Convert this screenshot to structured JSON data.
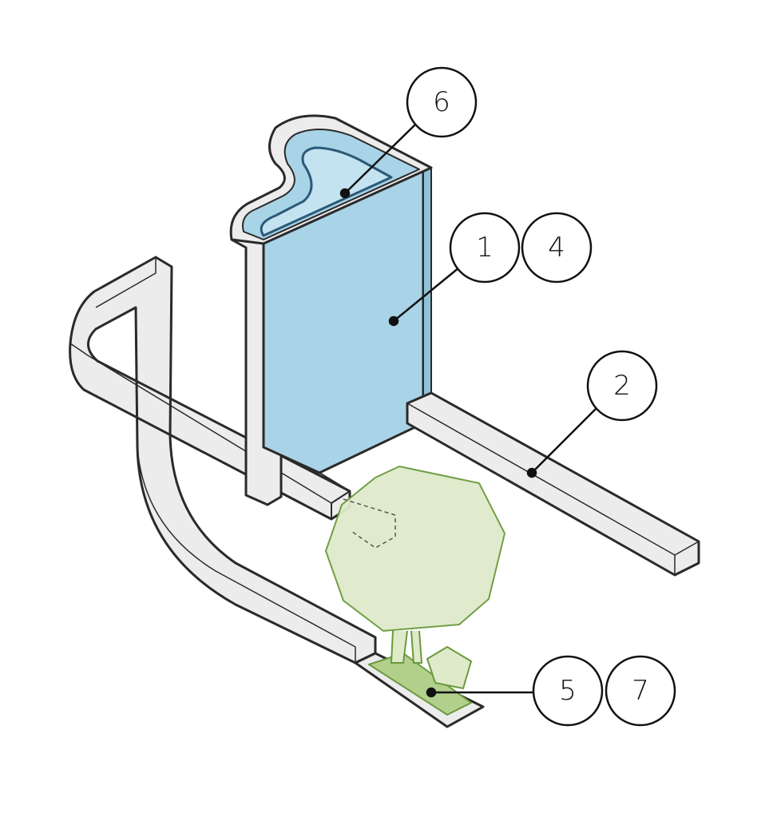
{
  "diagram": {
    "colors": {
      "wall_blue": "#a9d3e6",
      "wall_blue_light": "#c4e3f1",
      "bench_gray": "#ececec",
      "outline": "#2a2a2a",
      "tree_fill": "#dfeacb",
      "tree_stroke": "#6a9a3c",
      "planter_fill": "#b3cf8c"
    },
    "callouts": [
      {
        "id": "c6",
        "label": "6",
        "target": "water-channel-top"
      },
      {
        "id": "c1",
        "label": "1",
        "target": "blue-wall-panel"
      },
      {
        "id": "c4",
        "label": "4",
        "target": "blue-wall-panel"
      },
      {
        "id": "c2",
        "label": "2",
        "target": "right-bench-bar"
      },
      {
        "id": "c5",
        "label": "5",
        "target": "planter-bed"
      },
      {
        "id": "c7",
        "label": "7",
        "target": "planter-bed"
      }
    ]
  }
}
